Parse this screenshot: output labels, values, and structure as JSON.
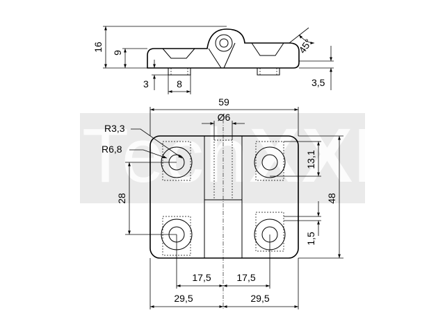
{
  "watermark": {
    "text_a": "Tech",
    "text_b": "XXL"
  },
  "side_view": {
    "dims": {
      "height_total": "16",
      "height_body": "9",
      "recess_depth": "3",
      "recess_width": "8",
      "chamfer_angle": "45°",
      "base_offset": "3,5"
    }
  },
  "top_view": {
    "dims": {
      "width_total": "59",
      "pin_diameter": "Ø6",
      "radius_small": "R3,3",
      "radius_large": "R6,8",
      "hole_spacing_vertical": "28",
      "height_total": "48",
      "upper_offset": "13,1",
      "lower_offset": "1,5",
      "hole_offset_left": "17,5",
      "hole_offset_right": "17,5",
      "half_width_left": "29,5",
      "half_width_right": "29,5"
    }
  }
}
